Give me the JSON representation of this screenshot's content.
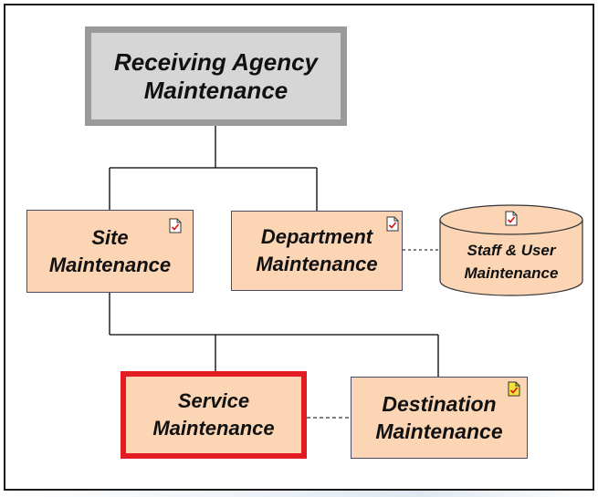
{
  "diagram": {
    "root": {
      "line1": "Receiving  Agency",
      "line2": "Maintenance"
    },
    "site": {
      "line1": "Site",
      "line2": "Maintenance"
    },
    "department": {
      "line1": "Department",
      "line2": "Maintenance"
    },
    "staff_user": {
      "line1": "Staff & User",
      "line2": "Maintenance"
    },
    "service": {
      "line1": "Service",
      "line2": "Maintenance",
      "highlighted": true
    },
    "destination": {
      "line1": "Destination",
      "line2": "Maintenance"
    }
  },
  "colors": {
    "node_fill": "#fcd5b5",
    "root_fill": "#d6d6d6",
    "root_border": "#9a9a9a",
    "highlight_border": "#e31b23",
    "connector": "#000000"
  },
  "icons": {
    "site": "document-check-icon",
    "department": "document-check-icon",
    "staff_user": "document-check-icon",
    "destination": "document-check-yellow-icon"
  }
}
